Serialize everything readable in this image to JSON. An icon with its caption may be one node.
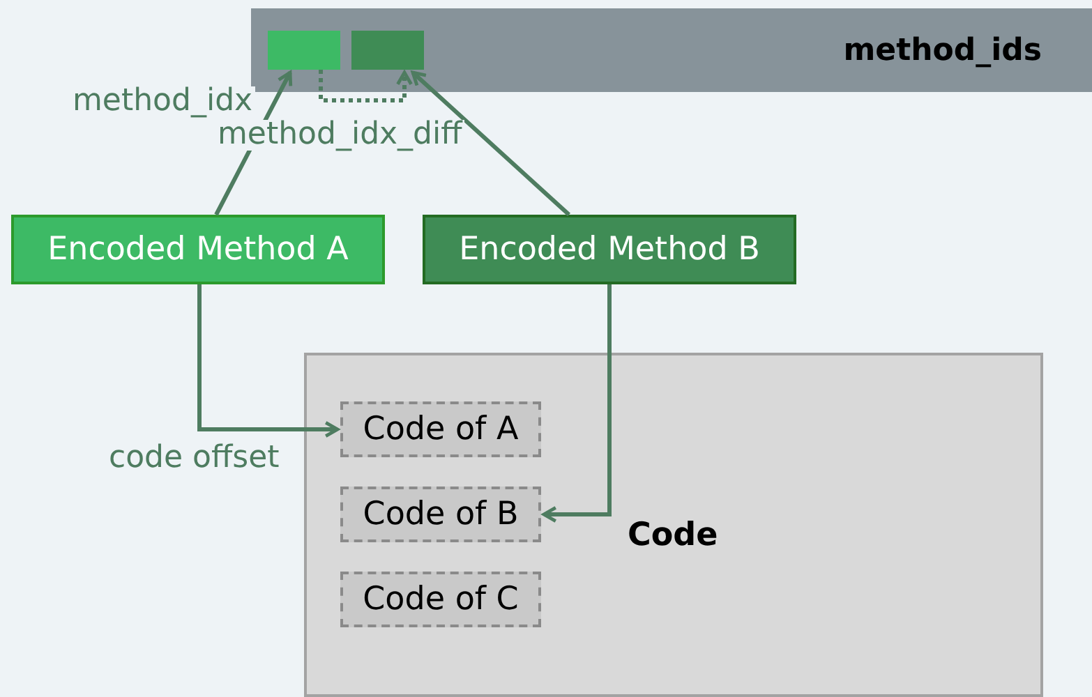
{
  "diagram": {
    "nodes": [
      {
        "text": [
          "method_ids"
        ]
      },
      {
        "text": [],
        "shape": "box",
        "in": 0
      },
      {
        "text": [],
        "shape": "box",
        "in": 0
      },
      {
        "text": [
          "Encoded Method A"
        ]
      },
      {
        "text": [
          "Encoded Method B"
        ]
      },
      {
        "text": [
          "Code"
        ]
      },
      {
        "text": [
          "Code of A"
        ],
        "in": 5
      },
      {
        "text": [
          "Code of B"
        ],
        "in": 5
      },
      {
        "text": [
          "Code of C"
        ],
        "in": 5
      }
    ],
    "edges": [
      {
        "from": 3,
        "to": 1,
        "arrow": "to",
        "label": "method_idx"
      },
      {
        "from": 1,
        "to": 2,
        "arrow": "to",
        "style": "dashed",
        "label": "method_idx_diff"
      },
      {
        "from": 4,
        "to": 2,
        "arrow": "to"
      },
      {
        "from": 3,
        "to": 6,
        "arrow": "to",
        "label": "code offset"
      },
      {
        "from": 4,
        "to": 7,
        "arrow": "to"
      }
    ]
  }
}
